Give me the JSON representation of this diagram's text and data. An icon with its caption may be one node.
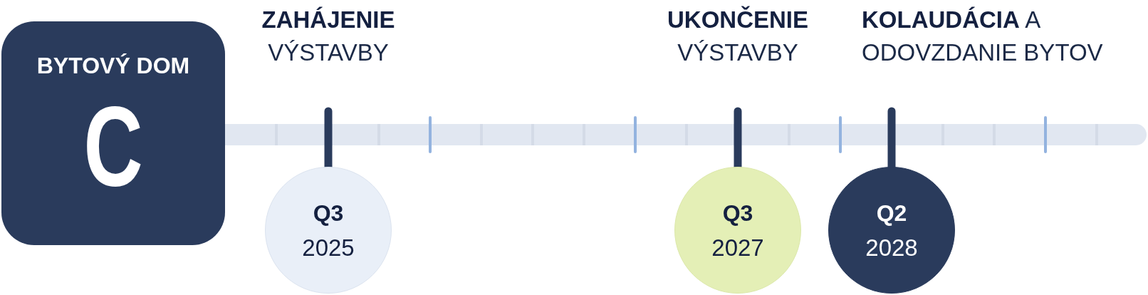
{
  "diagram": {
    "nodes": [
      {
        "text": [
          "BYTOVÝ DOM",
          "C"
        ]
      },
      {
        "text": [
          "Q3",
          "2025"
        ]
      },
      {
        "text": [
          "Q3",
          "2027"
        ]
      },
      {
        "text": [
          "Q2",
          "2028"
        ]
      }
    ],
    "labels": [
      "**ZAHÁJENIE** VÝSTAVBY",
      "**UKONČENIE** VÝSTAVBY",
      "**KOLAUDÁCIA** A ODOVZDANIE BYTOV"
    ]
  }
}
